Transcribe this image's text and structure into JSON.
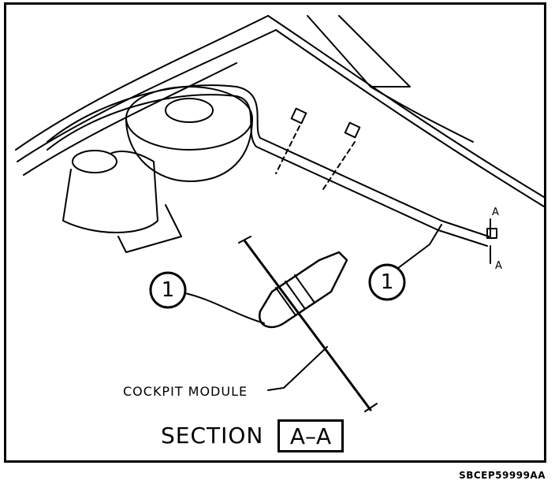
{
  "diagram": {
    "callouts": [
      {
        "number": "1"
      },
      {
        "number": "1"
      }
    ],
    "part_label": "COCKPIT MODULE",
    "section": {
      "word": "SECTION",
      "id": "A–A"
    },
    "section_markers": {
      "top": "A",
      "bottom": "A"
    },
    "figure_code": "SBCEP59999AA"
  }
}
